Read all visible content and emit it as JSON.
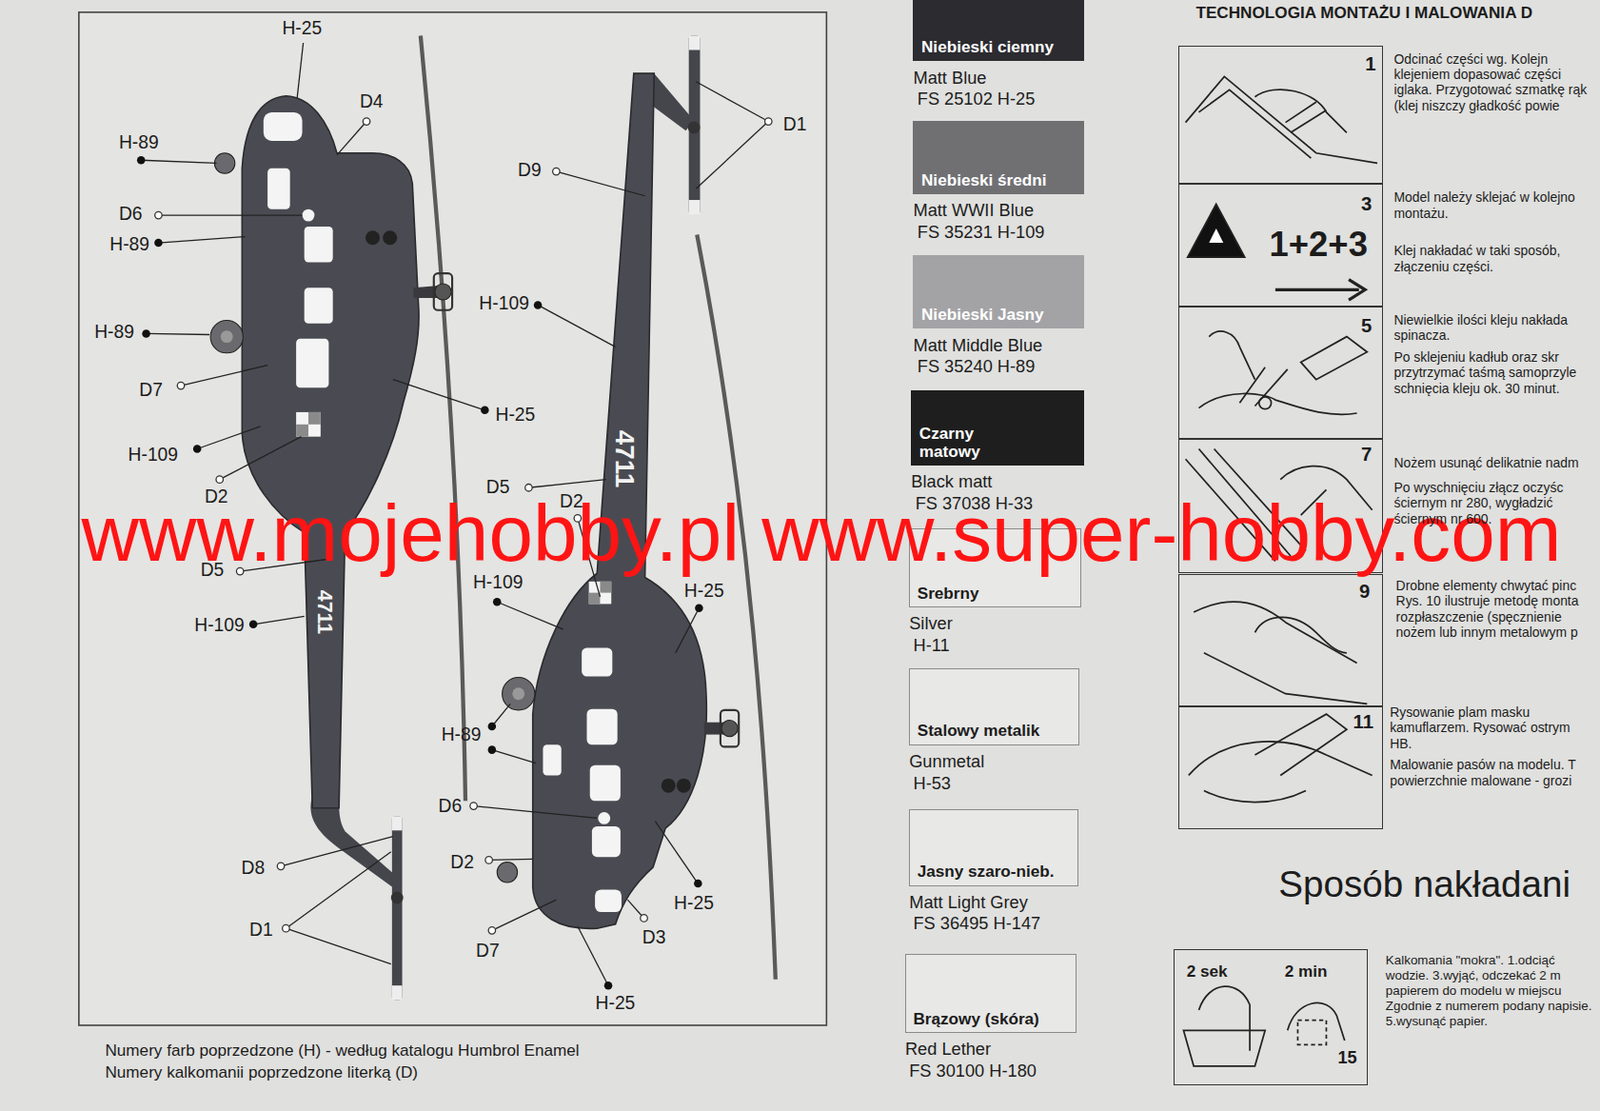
{
  "diagram": {
    "title": "TECHNOLOGIA MONTAŻU I MALOWANIA D",
    "nodes": [
      {
        "text": [
          "Niebieski ciemny",
          "Matt Blue",
          "FS 25102 H-25"
        ]
      },
      {
        "text": [
          "Niebieski średni",
          "Matt WWII Blue",
          "FS 35231 H-109"
        ]
      },
      {
        "text": [
          "Niebieski Jasny",
          "Matt Middle Blue",
          "FS 35240 H-89"
        ]
      },
      {
        "text": [
          "Czarny matowy",
          "Black matt",
          "FS 37038 H-33"
        ]
      },
      {
        "text": [
          "Srebrny",
          "Silver",
          "H-11"
        ]
      },
      {
        "text": [
          "Stalowy metalik",
          "Gunmetal",
          "H-53"
        ]
      },
      {
        "text": [
          "Jasny szaro-nieb.",
          "Matt Light Grey",
          "FS 36495 H-147"
        ]
      },
      {
        "text": [
          "Brązowy (skóra)",
          "Red Lether",
          "FS 30100 H-180"
        ]
      },
      {
        "text": [
          "1"
        ]
      },
      {
        "text": [
          "3",
          "1+2+3"
        ]
      },
      {
        "text": [
          "5"
        ]
      },
      {
        "text": [
          "7"
        ]
      },
      {
        "text": [
          "9"
        ]
      },
      {
        "text": [
          "11"
        ]
      },
      {
        "text": [
          "2 sek",
          "2 min",
          "15"
        ]
      }
    ],
    "labels": [
      "H-25",
      "D4",
      "H-89",
      "D6",
      "H-89",
      "H-89",
      "D7",
      "H-25",
      "H-109",
      "D2",
      "D5",
      "H-109",
      "D8",
      "D1",
      "D1",
      "D9",
      "H-109",
      "D5",
      "D2",
      "H-109",
      "H-25",
      "H-89",
      "D6",
      "D2",
      "H-25",
      "D7",
      "D3",
      "H-25",
      "4711",
      "4711",
      "www.mojehobby.pl www.super-hobby.com",
      "Numery farb poprzedzone (H) - według katalogu Humbrol Enamel",
      "Numery kalkomanii poprzedzone literką (D)",
      "Odcinać części wg. Kolejn klejeniem dopasować części iglaka. Przygotować szmatkę rąk (klej niszczy gładkość powie",
      "Model należy sklejać w kolejno montażu.",
      "Klej nakładać w taki sposób, złączeniu części.",
      "Niewielkie ilości kleju nakłada spinacza.",
      "Po sklejeniu kadłub oraz skr przytrzymać taśmą samoprzyle schnięcia kleju ok. 30 minut.",
      "Nożem usunąć delikatnie nadm",
      "Po wyschnięciu złącz oczyśc ściernym nr 280, wygładzić ściernym nr 600.",
      "Drobne elementy chwytać pinc Rys. 10 ilustruje metodę monta rozpłaszczenie (spęcznienie nożem lub innym metalowym p",
      "Rysowanie plam masku kamuflarzem. Rysować ostrym HB.",
      "Malowanie pasów na modelu. T powierzchnie malowane - grozi",
      "Sposób nakładani",
      "Kalkomania \"mokra\". 1.odciąć wodzie. 3.wyjąć, odczekać 2 m papierem do modelu w miejscu Zgodnie z numerem podany napisie. 5.wysunąć papier."
    ]
  }
}
